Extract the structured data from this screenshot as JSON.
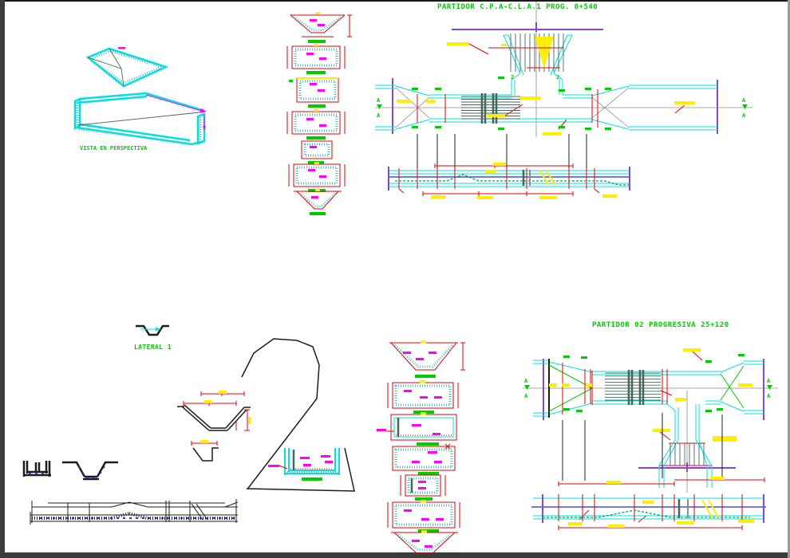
{
  "drawing": {
    "labels": {
      "title_partidor_1": "PARTIDOR C.P.A-C.L.A.1 PROG. 0+540",
      "title_partidor_2": "PARTIDOR 02 PROGRESIVA 25+120",
      "perspective_caption": "VISTA EN PERSPECTIVA",
      "lateral_caption": "LATERAL 1"
    },
    "markers": {
      "section_axis": "A",
      "gate_number": "2"
    },
    "colors": {
      "structure_cyan": "#00E0E0",
      "dimension_red": "#E60000",
      "dim_text_yellow": "#FFEE00",
      "caption_green": "#00CC00",
      "rebar_magenta": "#FF00FF",
      "datum_purple": "#8747D0",
      "water_blue": "#2228D8",
      "rack_dark_teal": "#44675C",
      "centerline_gray": "#8C8C8C",
      "ink_black": "#1C1C1C",
      "frame_gray": "#3C3C3C",
      "paper_white": "#FFFFFF"
    }
  }
}
